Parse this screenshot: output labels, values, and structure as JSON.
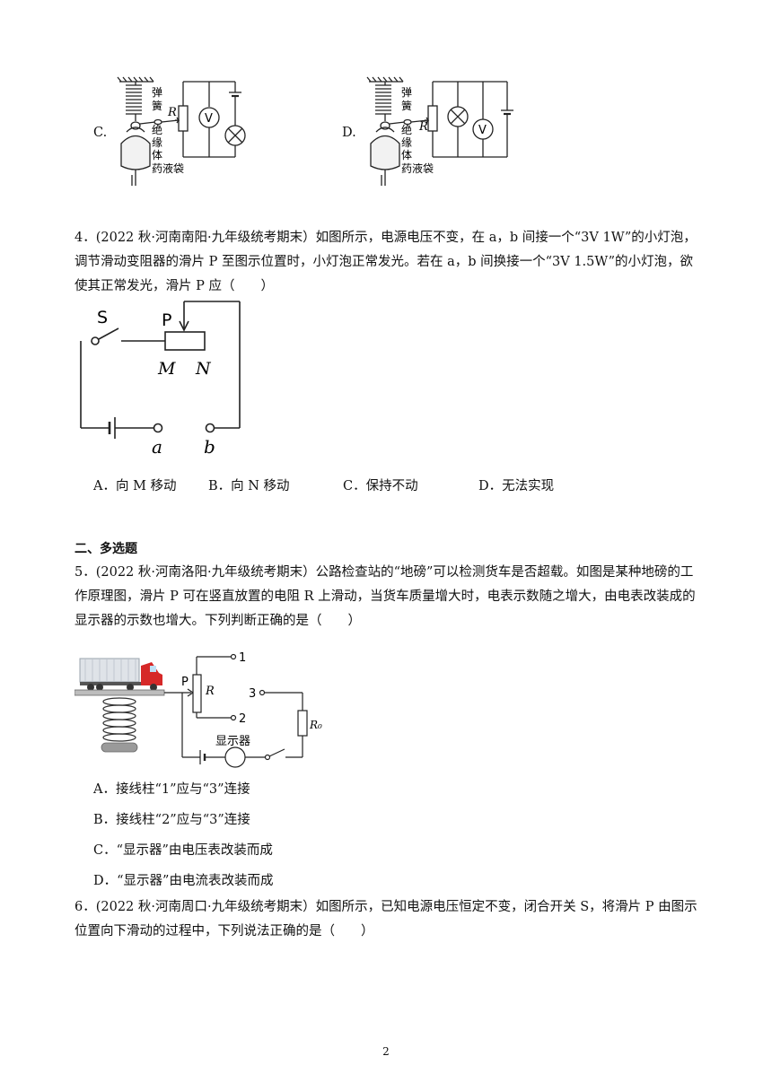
{
  "q3": {
    "optC_label": "C.",
    "optD_label": "D.",
    "fig_labels": {
      "spring1": "弹",
      "spring2": "簧",
      "r": "R",
      "ins1": "绝",
      "ins2": "缘",
      "ins3": "体",
      "bag": "药液袋",
      "v": "V"
    }
  },
  "q4": {
    "text": "4．(2022 秋·河南南阳·九年级统考期末）如图所示，电源电压不变，在 a，b 间接一个“3V 1W”的小灯泡，调节滑动变阻器的滑片 P 至图示位置时，小灯泡正常发光。若在 a，b 间换接一个“3V 1.5W”的小灯泡，欲使其正常发光，滑片 P 应（　　）",
    "fig": {
      "s": "S",
      "p": "P",
      "m": "M",
      "n": "N",
      "a": "a",
      "b": "b"
    },
    "options": [
      "A．向 M 移动",
      "B．向 N 移动",
      "C．保持不动",
      "D．无法实现"
    ]
  },
  "section2": {
    "title": "二、多选题"
  },
  "q5": {
    "text": "5．(2022 秋·河南洛阳·九年级统考期末）公路检查站的“地磅”可以检测货车是否超载。如图是某种地磅的工作原理图，滑片 P 可在竖直放置的电阻 R 上滑动，当货车质量增大时，电表示数随之增大，由电表改装成的显示器的示数也增大。下列判断正确的是（　　）",
    "fig": {
      "p": "P",
      "r": "R",
      "t1": "1",
      "t2": "2",
      "t3": "3",
      "r0": "R₀",
      "display": "显示器"
    },
    "options": [
      "A．接线柱“1”应与“3”连接",
      "B．接线柱“2”应与“3”连接",
      "C．“显示器”由电压表改装而成",
      "D．“显示器”由电流表改装而成"
    ]
  },
  "q6": {
    "text": "6．(2022 秋·河南周口·九年级统考期末）如图所示，已知电源电压恒定不变，闭合开关 S，将滑片 P 由图示位置向下滑动的过程中，下列说法正确的是（　　）"
  },
  "footer": {
    "page": "2"
  }
}
